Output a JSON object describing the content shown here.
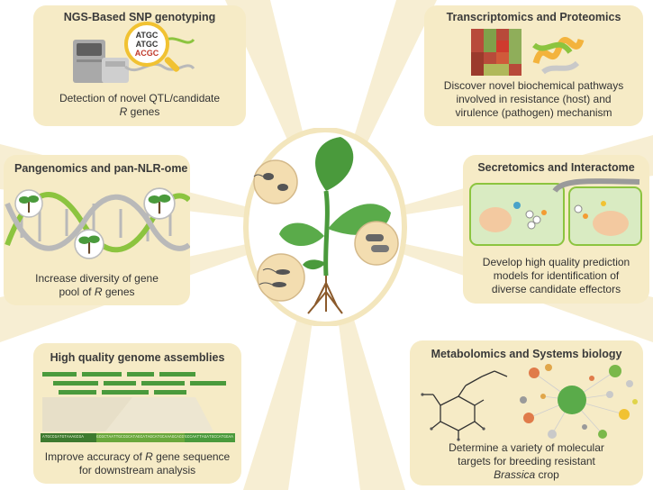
{
  "center": {
    "label": ""
  },
  "panels": {
    "ngs": {
      "title": "NGS-Based SNP genotyping",
      "desc_line1": "Detection of novel QTL/candidate",
      "desc_line2_italic": "R",
      "desc_line2_rest": " genes",
      "magnifier_lines": [
        "ATGC",
        "ATGC",
        "ACGC"
      ]
    },
    "trans": {
      "title": "Transcriptomics and Proteomics",
      "desc_lines": [
        "Discover novel biochemical pathways",
        "involved in resistance (host) and",
        "virulence (pathogen) mechanism"
      ]
    },
    "pan": {
      "title": "Pangenomics and pan-NLR-ome",
      "desc_line1": "Increase diversity of  gene",
      "desc_line2_pre": "pool of ",
      "desc_line2_italic": "R",
      "desc_line2_rest": " genes"
    },
    "secr": {
      "title": "Secretomics and Interactome",
      "desc_lines": [
        "Develop high quality prediction",
        "models for identification of",
        "diverse candidate effectors"
      ]
    },
    "genome": {
      "title": "High quality genome assemblies",
      "desc_line1_pre": "Improve accuracy of ",
      "desc_line1_italic": "R",
      "desc_line1_rest": " gene sequence",
      "desc_line2": "for downstream analysis",
      "seq_left": "ATGCCGATGTAAAGCGA",
      "seq_mid": "GCGCTAATTGCCGCATAGCATAGCATGCAAAGCACGT",
      "seq_right": "GCCAATTAGATGCCATGGAA"
    },
    "metab": {
      "title": "Metabolomics and Systems biology",
      "desc_line1": "Determine a variety of molecular",
      "desc_line2": "targets for breeding resistant",
      "desc_line3_italic": "Brassica",
      "desc_line3_rest": " crop"
    }
  },
  "colors": {
    "panel": "#f6ebc6",
    "leaf": "#4a9a3c",
    "dna_green": "#8cc43f",
    "dna_gray": "#b9b9b9"
  }
}
